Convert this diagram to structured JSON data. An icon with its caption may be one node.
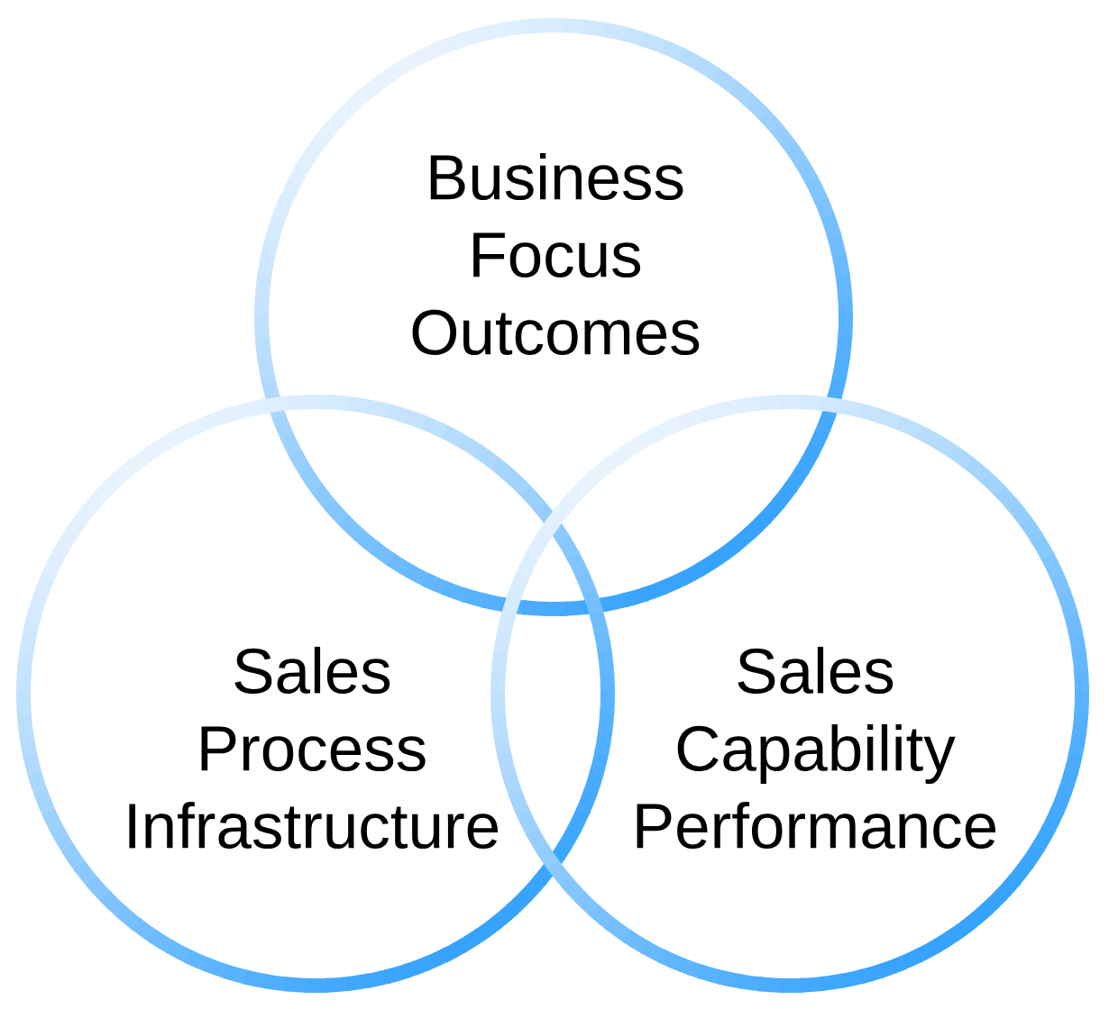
{
  "diagram": {
    "nodes": [
      {
        "text": [
          "Business Focus Outcomes"
        ]
      },
      {
        "text": [
          "Sales Process Infrastructure"
        ]
      },
      {
        "text": [
          "Sales Capability Performance"
        ]
      }
    ]
  }
}
